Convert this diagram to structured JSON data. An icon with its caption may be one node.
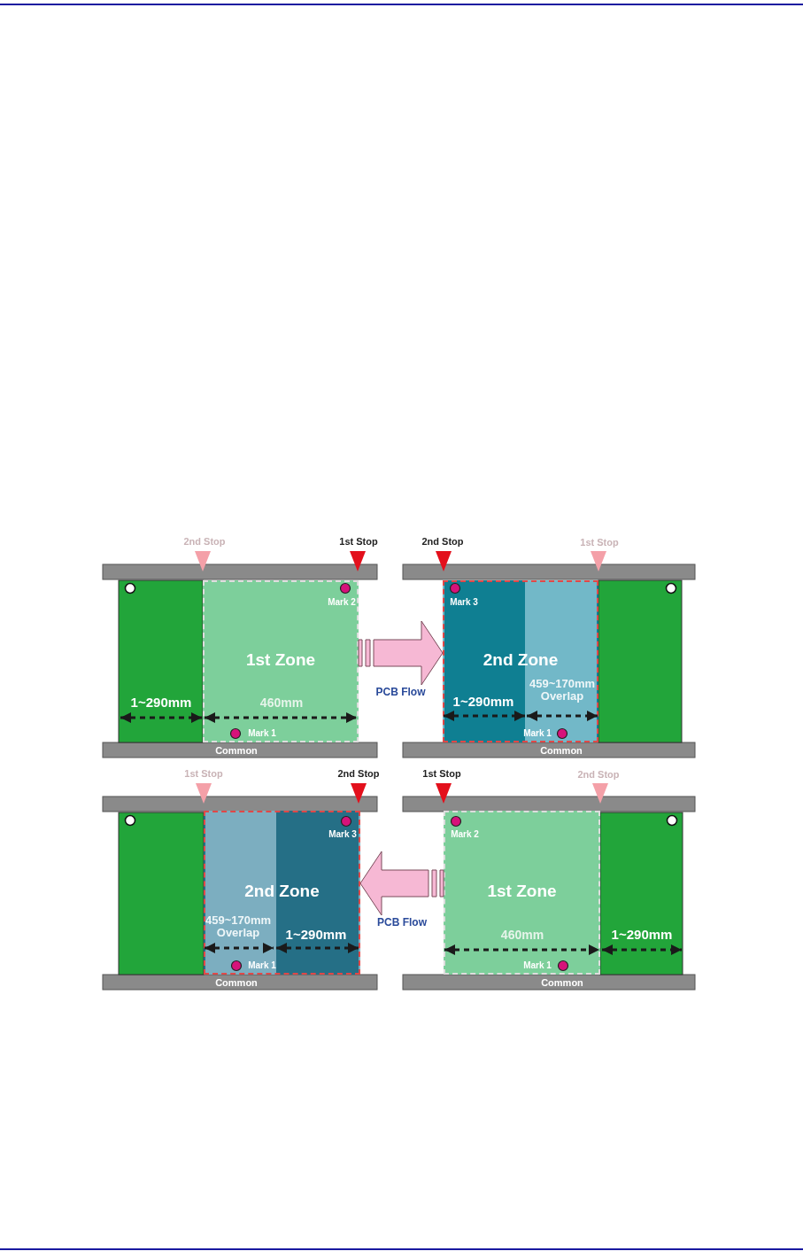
{
  "diagram": {
    "nodes": [
      {
        "text": [
          "1st Zone"
        ]
      },
      {
        "text": [
          "2nd Zone"
        ]
      },
      {
        "text": [
          "2nd Zone"
        ]
      },
      {
        "text": [
          "1st Zone"
        ]
      }
    ],
    "edges": [
      {
        "from": 0,
        "to": 1,
        "arrow": "to",
        "label": "PCB Flow"
      },
      {
        "from": 3,
        "to": 2,
        "arrow": "to",
        "label": "PCB Flow"
      }
    ],
    "labels": [
      "2nd Stop",
      "1st Stop",
      "Mark 2",
      "1~290mm",
      "460mm",
      "Mark 1",
      "Common",
      "2nd Stop",
      "1st Stop",
      "Mark 3",
      "1~290mm",
      "459~170mm Overlap",
      "Mark 1",
      "Common",
      "1st Stop",
      "2nd Stop",
      "Mark 3",
      "459~170mm Overlap",
      "1~290mm",
      "Mark 1",
      "Common",
      "1st Stop",
      "2nd Stop",
      "Mark 2",
      "460mm",
      "1~290mm",
      "Mark 1",
      "Common"
    ]
  }
}
